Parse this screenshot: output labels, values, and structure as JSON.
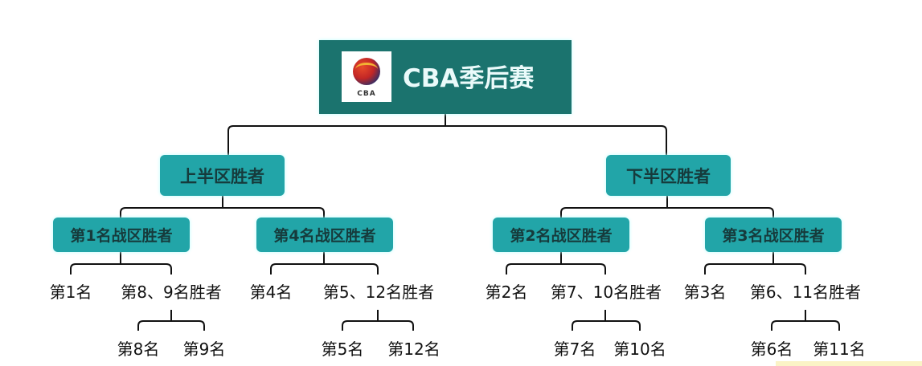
{
  "root": {
    "title": "CBA季后赛",
    "logo_text": "CBA"
  },
  "halves": [
    {
      "label": "上半区胜者"
    },
    {
      "label": "下半区胜者"
    }
  ],
  "regions": [
    {
      "label": "第1名战区胜者",
      "seed": "第1名",
      "winner": "第8、9名胜者",
      "a": "第8名",
      "b": "第9名"
    },
    {
      "label": "第4名战区胜者",
      "seed": "第4名",
      "winner": "第5、12名胜者",
      "a": "第5名",
      "b": "第12名"
    },
    {
      "label": "第2名战区胜者",
      "seed": "第2名",
      "winner": "第7、10名胜者",
      "a": "第7名",
      "b": "第10名"
    },
    {
      "label": "第3名战区胜者",
      "seed": "第3名",
      "winner": "第6、11名胜者",
      "a": "第6名",
      "b": "第11名"
    }
  ],
  "colors": {
    "root": "#1b736e",
    "box": "#22a5a8"
  }
}
